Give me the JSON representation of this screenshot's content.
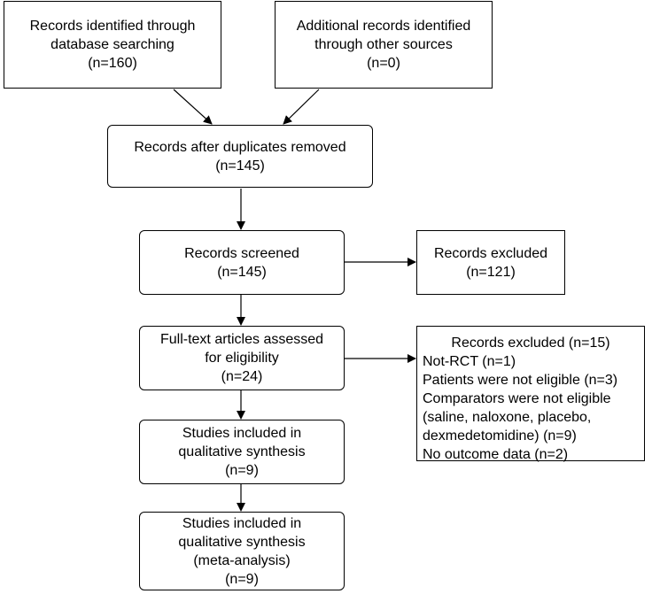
{
  "boxes": {
    "database": {
      "lines": [
        "Records identified through",
        "database searching",
        "(n=160)"
      ]
    },
    "other_sources": {
      "lines": [
        "Additional records identified",
        "through other sources",
        "(n=0)"
      ]
    },
    "duplicates_removed": {
      "lines": [
        "Records after duplicates removed",
        "(n=145)"
      ]
    },
    "screened": {
      "lines": [
        "Records screened",
        "(n=145)"
      ]
    },
    "excluded_screen": {
      "lines": [
        "Records excluded",
        "(n=121)"
      ]
    },
    "full_text": {
      "lines": [
        "Full-text articles assessed",
        "for eligibility",
        "(n=24)"
      ]
    },
    "excluded_full_text": {
      "heading": "Records excluded (n=15)",
      "items": [
        "Not-RCT (n=1)",
        "Patients were not eligible (n=3)",
        "Comparators were not eligible",
        "(saline, naloxone, placebo,",
        "dexmedetomidine) (n=9)",
        "No outcome data (n=2)"
      ]
    },
    "qualitative": {
      "lines": [
        "Studies included in",
        "qualitative synthesis",
        "(n=9)"
      ]
    },
    "meta_analysis": {
      "lines": [
        "Studies included in",
        "qualitative synthesis",
        "(meta-analysis)",
        "(n=9)"
      ]
    }
  }
}
